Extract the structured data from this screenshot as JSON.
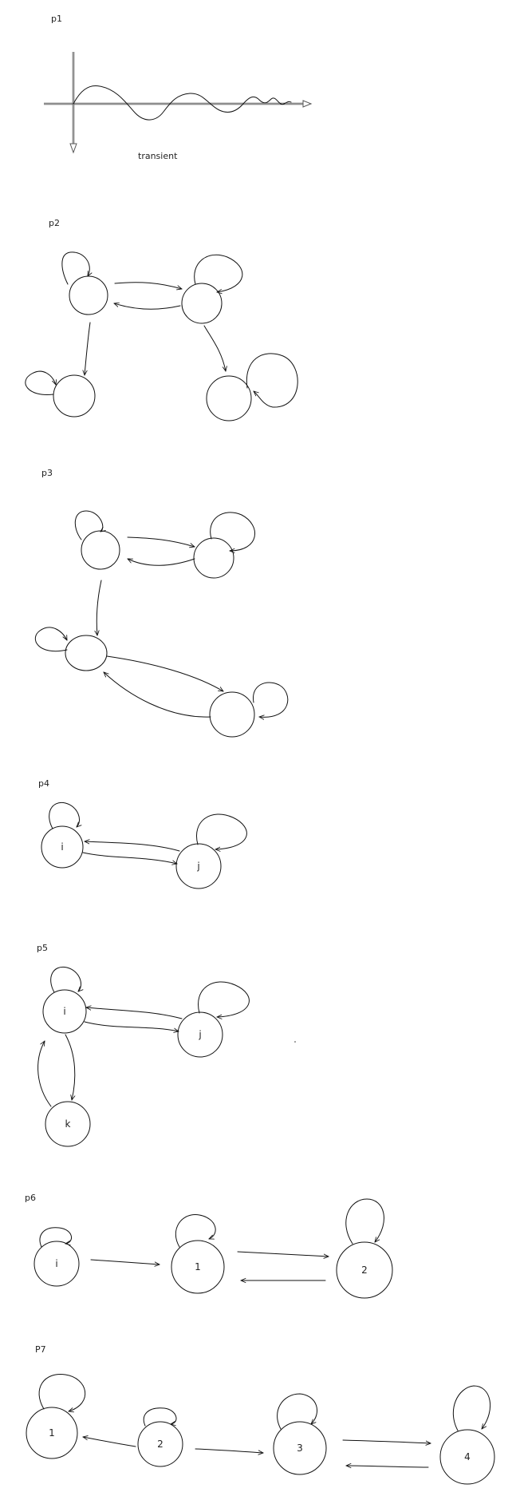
{
  "panels": [
    {
      "id": "p1",
      "label": "p1",
      "caption": "transient"
    },
    {
      "id": "p2",
      "label": "p2"
    },
    {
      "id": "p3",
      "label": "p3"
    },
    {
      "id": "p4",
      "label": "p4",
      "nodes": [
        "i",
        "j"
      ]
    },
    {
      "id": "p5",
      "label": "p5",
      "nodes": [
        "i",
        "j",
        "k"
      ]
    },
    {
      "id": "p6",
      "label": "p6",
      "nodes": [
        "i",
        "1",
        "2"
      ]
    },
    {
      "id": "p7",
      "label": "P7",
      "nodes": [
        "1",
        "2",
        "3",
        "4"
      ]
    }
  ]
}
